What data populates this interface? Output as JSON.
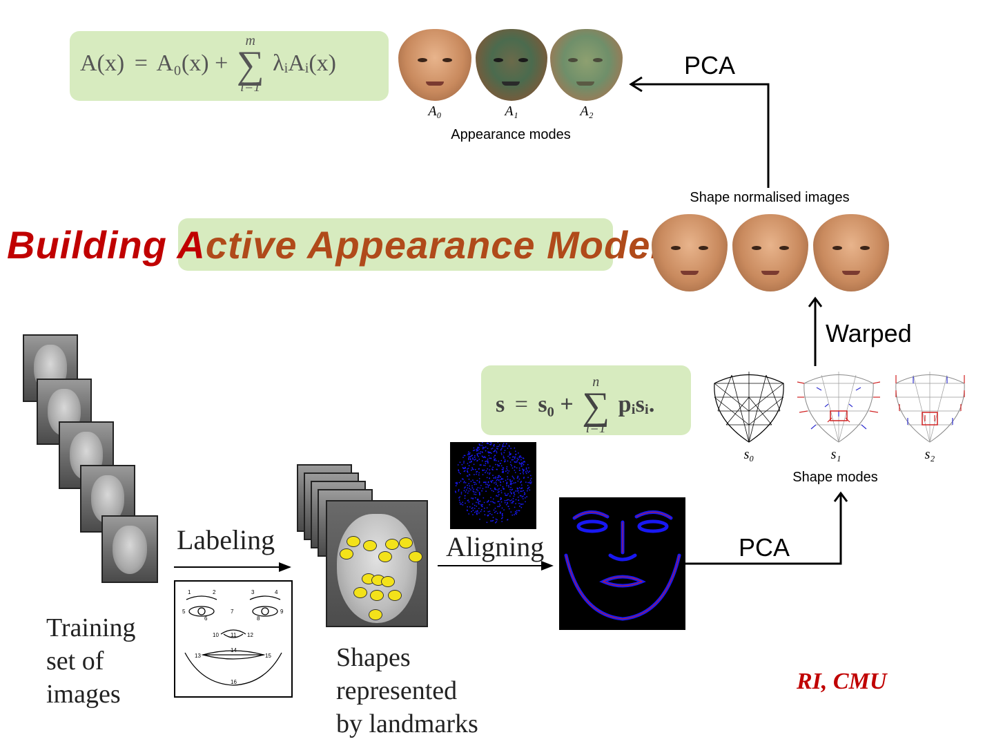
{
  "title": {
    "part1": "Building A",
    "part2": "ctive Appearance Models",
    "color1": "#c00000",
    "color2": "#b04a1a"
  },
  "appearance_equation": {
    "lhs": "A(x)",
    "eq": "=",
    "first": "A₀(x) +",
    "sum_symbol": "∑",
    "sum_top": "m",
    "sum_bottom": "i=1",
    "term": "λᵢAᵢ(x)"
  },
  "appearance_modes": {
    "labels": [
      "A₀",
      "A₁",
      "A₂"
    ],
    "caption": "Appearance modes"
  },
  "shape_equation": {
    "lhs": "s",
    "eq": "=",
    "first": "s₀ +",
    "sum_symbol": "∑",
    "sum_top": "n",
    "sum_bottom": "i=1",
    "term": "pᵢsᵢ."
  },
  "shape_modes": {
    "labels": [
      "s₀",
      "s₁",
      "s₂"
    ],
    "caption": "Shape modes"
  },
  "shape_normalised": {
    "caption": "Shape normalised images"
  },
  "arrows": {
    "pca_top": "PCA",
    "pca_bottom": "PCA",
    "warped": "Warped",
    "labeling": "Labeling",
    "aligning": "Aligning"
  },
  "captions": {
    "training": [
      "Training",
      "set of",
      "images"
    ],
    "shapes": [
      "Shapes",
      "represented",
      "by landmarks"
    ]
  },
  "landmark_numbers": [
    "1",
    "2",
    "3",
    "4",
    "5",
    "6",
    "7",
    "8",
    "9",
    "10",
    "11",
    "12",
    "13",
    "14",
    "15",
    "16"
  ],
  "credit": "RI, CMU",
  "colors": {
    "green_box": "#d7ebbf",
    "plot_blue": "#1a1aff",
    "landmark_yellow": "#f3e21a",
    "credit_red": "#c00000"
  }
}
